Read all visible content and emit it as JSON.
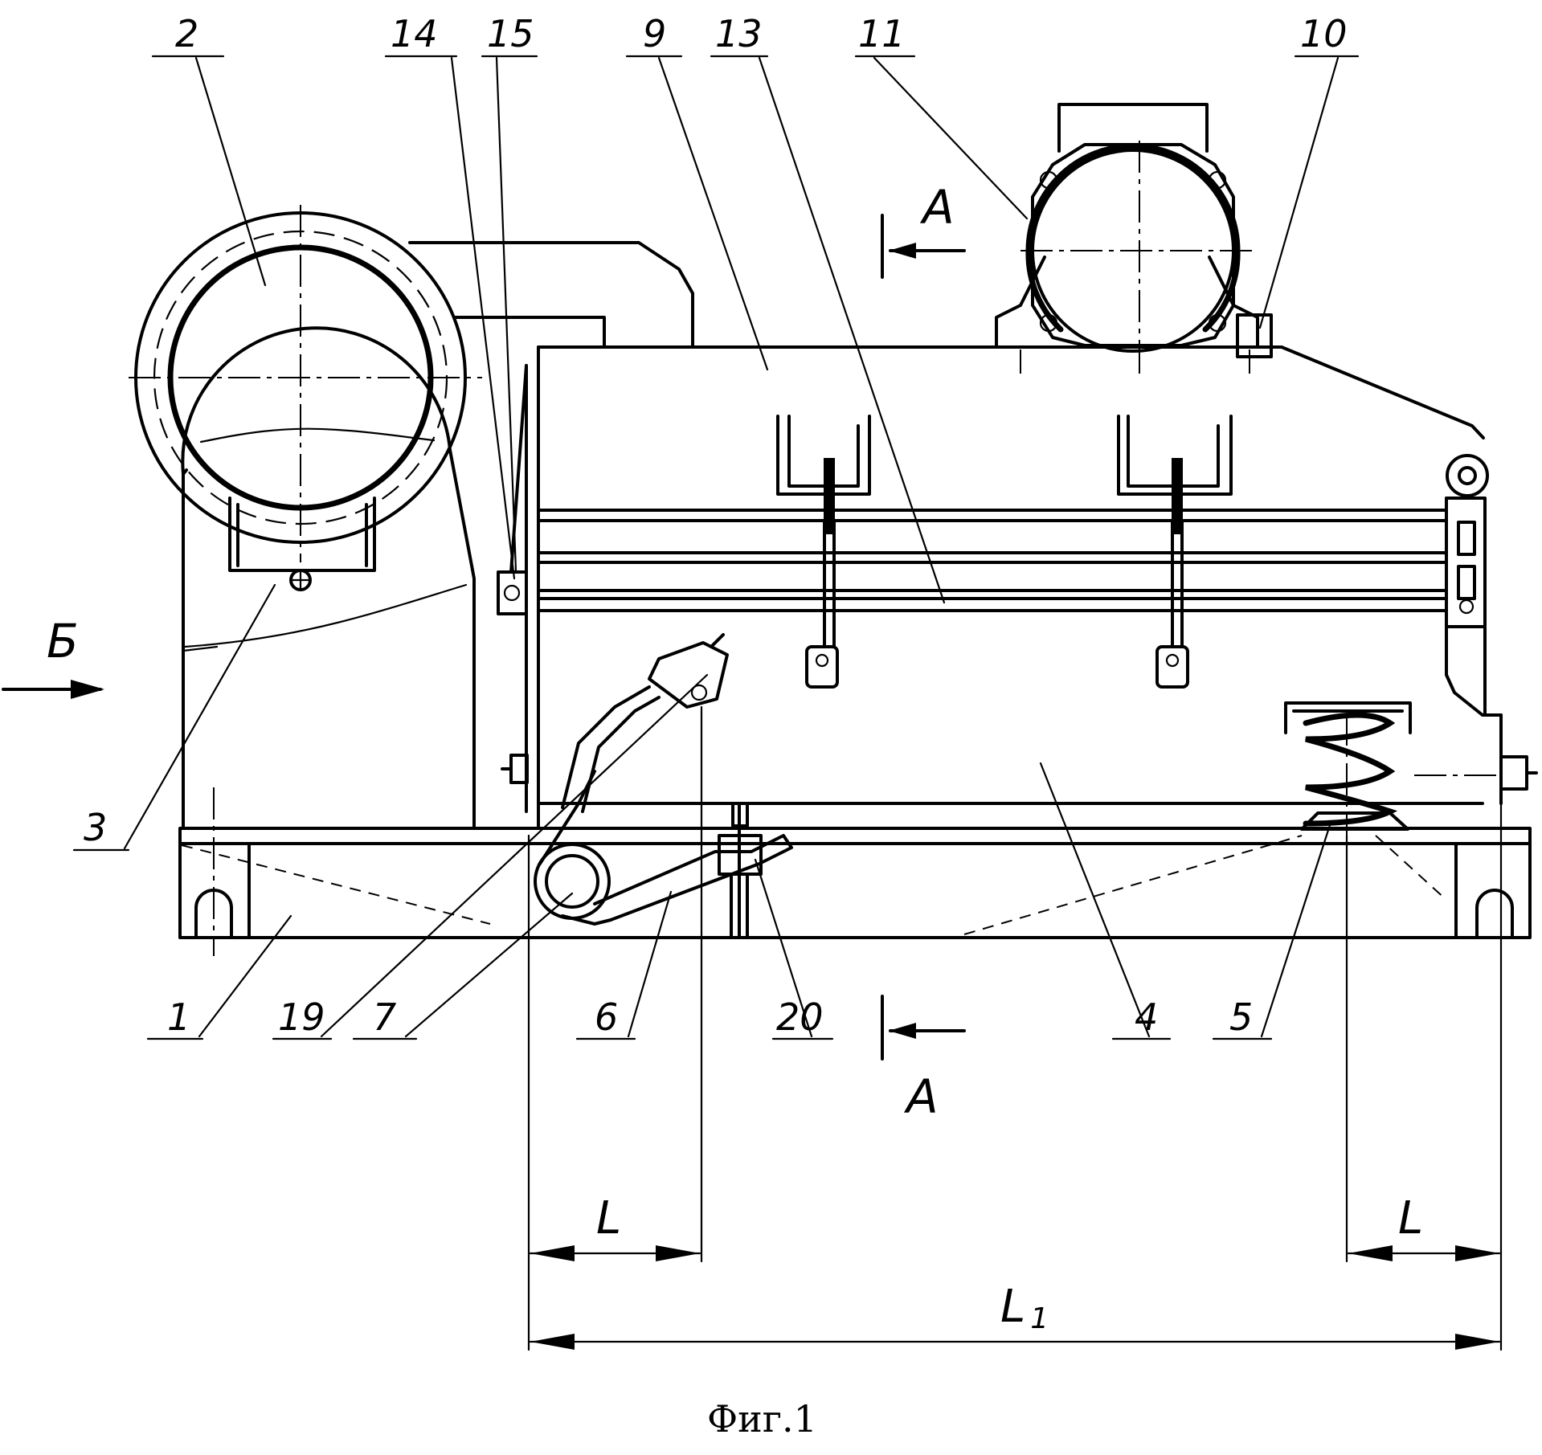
{
  "part_labels": {
    "p2": "2",
    "p14": "14",
    "p15": "15",
    "p9": "9",
    "p13": "13",
    "p11": "11",
    "p10": "10",
    "p3": "3",
    "p1": "1",
    "p19": "19",
    "p7": "7",
    "p6": "6",
    "p20": "20",
    "p4": "4",
    "p5": "5"
  },
  "section_labels": {
    "a_top": "А",
    "a_bottom": "А",
    "b_view": "Б"
  },
  "dimensions": {
    "l_left": "L",
    "l_right": "L",
    "l1_main": "L",
    "l1_sub": "1"
  },
  "caption": "Фиг.1"
}
